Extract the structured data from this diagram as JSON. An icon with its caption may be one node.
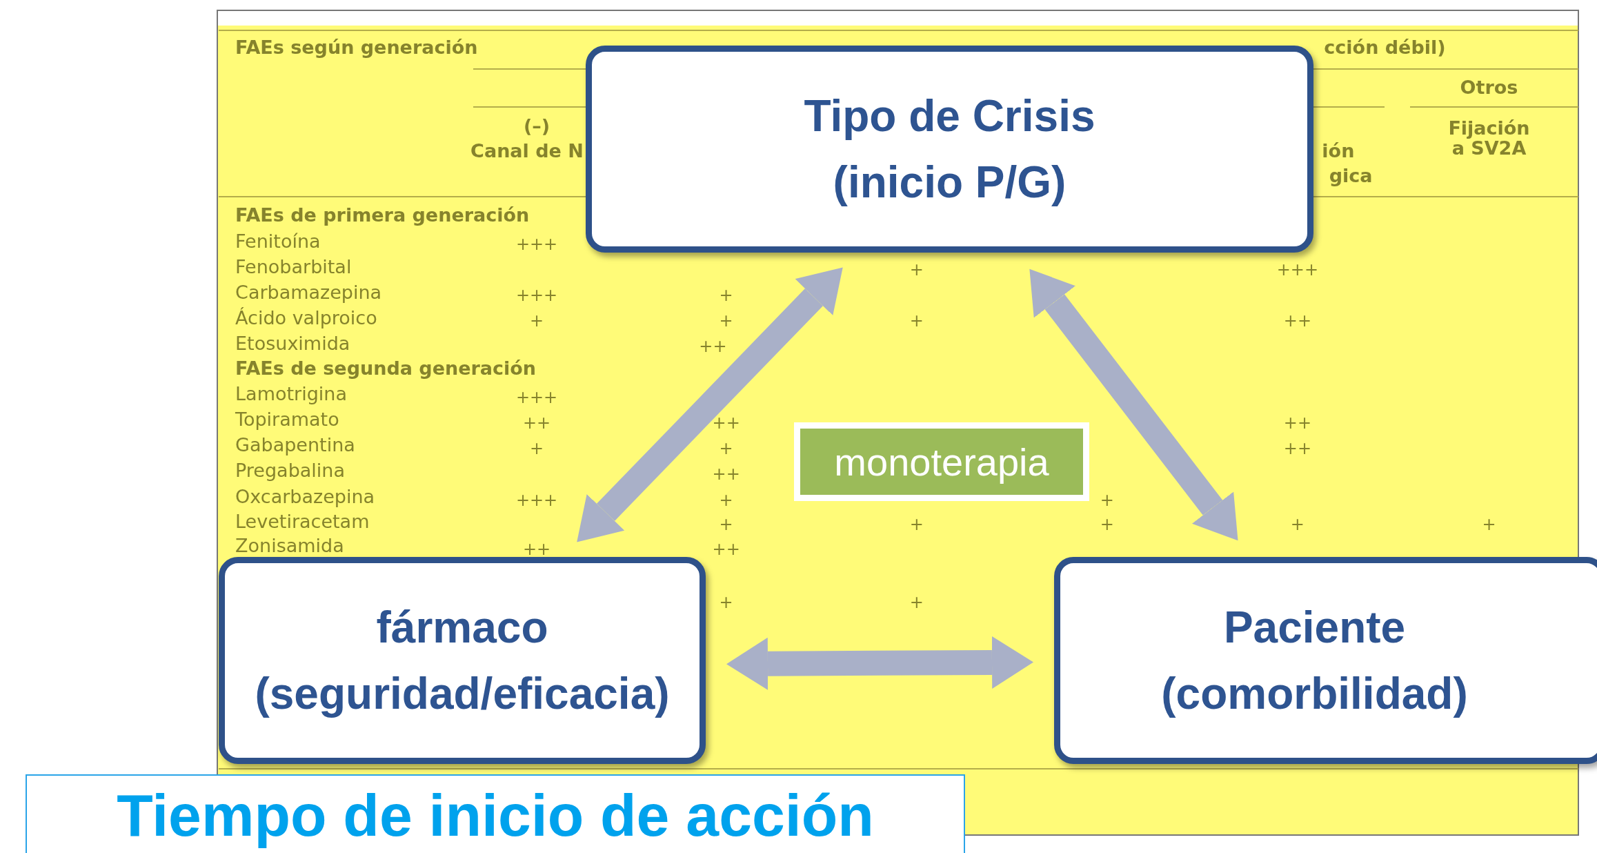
{
  "diagram": {
    "title": "Tiempo de inicio de acción",
    "nodes": [
      {
        "text": [
          "Tipo de Crisis",
          "(inicio P/G)"
        ]
      },
      {
        "text": [
          "fármaco",
          "(seguridad/eficacia)"
        ]
      },
      {
        "text": [
          "Paciente",
          "(comorbilidad)"
        ]
      },
      {
        "text": [
          "monoterapia"
        ]
      }
    ],
    "edges": [
      {
        "from": 0,
        "to": 1,
        "arrow": "both"
      },
      {
        "from": 0,
        "to": 2,
        "arrow": "both"
      },
      {
        "from": 1,
        "to": 2,
        "arrow": "both"
      }
    ],
    "labels": [
      "FAEs según generación",
      "cción débil)",
      "Otros",
      "(–)",
      "Canal de N",
      "ión",
      "Fijación a SV2A",
      "gica",
      "FAEs de primera generación",
      "Fenitoína",
      "+++",
      "Fenobarbital",
      "+",
      "+++",
      "Carbamazepina",
      "+++",
      "+",
      "Ácido valproico",
      "+",
      "+",
      "+",
      "++",
      "Etosuximida",
      "++",
      "FAEs de segunda generación",
      "Lamotrigina",
      "+++",
      "Topiramato",
      "++",
      "++",
      "++",
      "Gabapentina",
      "+",
      "+",
      "++",
      "Pregabalina",
      "++",
      "Oxcarbazepina",
      "+++",
      "+",
      "+",
      "Levetiracetam",
      "+",
      "+",
      "+",
      "+",
      "+",
      "Zonisamida",
      "++",
      "++",
      "+",
      "+"
    ]
  }
}
